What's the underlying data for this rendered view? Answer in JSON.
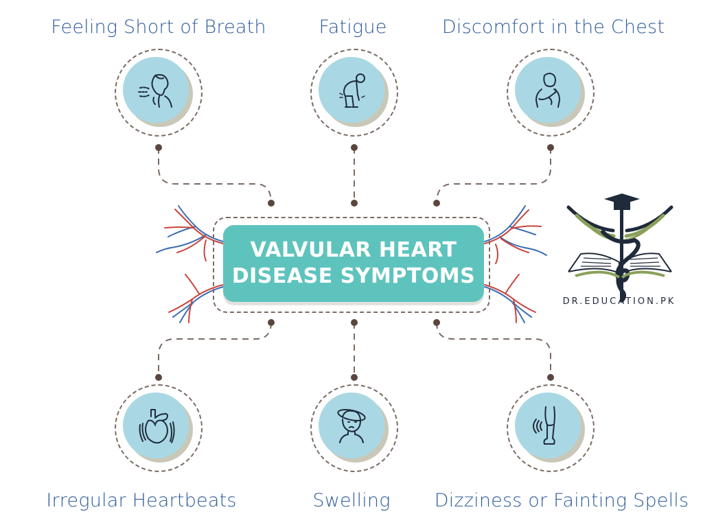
{
  "title": {
    "line1": "VALVULAR HEART",
    "line2": "DISEASE SYMPTOMS"
  },
  "symptoms": {
    "top": [
      {
        "label": "Feeling Short of Breath",
        "icon": "breathless-person-icon"
      },
      {
        "label": "Fatigue",
        "icon": "tired-person-icon"
      },
      {
        "label": "Discomfort in the Chest",
        "icon": "chest-pain-person-icon"
      }
    ],
    "bottom": [
      {
        "label": "Irregular Heartbeats",
        "icon": "heart-icon"
      },
      {
        "label": "Swelling",
        "icon": "dizzy-person-icon"
      },
      {
        "label": "Dizziness or Fainting Spells",
        "icon": "swollen-leg-icon"
      }
    ]
  },
  "logo": {
    "text": "DR.EDUCATION.PK"
  },
  "colors": {
    "label_text": "#2e5b9a",
    "center_box": "#5ec3bd",
    "icon_disc": "#a9d8e4",
    "connector": "#7a6a63",
    "dot": "#5a463e",
    "artery_red": "#c9443e",
    "vein_blue": "#3b6db3",
    "logo_navy": "#1f2a3a",
    "logo_green": "#8aa05a"
  }
}
